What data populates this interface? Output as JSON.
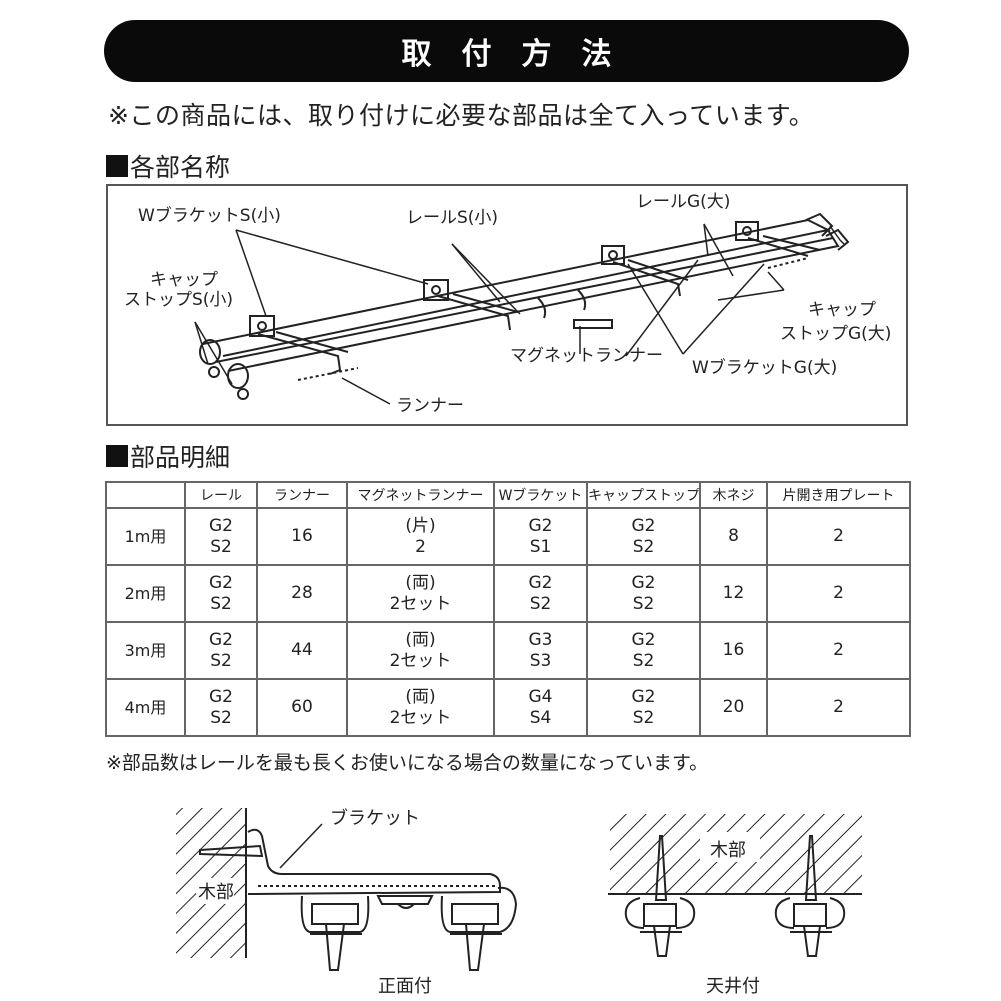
{
  "header": {
    "title": "取付方法",
    "notice": "※この商品には、取り付けに必要な部品は全て入っています。"
  },
  "names_section": {
    "heading": "各部名称",
    "labels": {
      "w_bracket_s": "WブラケットS(小)",
      "rail_s": "レールS(小)",
      "rail_g": "レールG(大)",
      "cap_stop_s_line1": "キャップ",
      "cap_stop_s_line2": "ストップS(小)",
      "cap_stop_g_line1": "キャップ",
      "cap_stop_g_line2": "ストップG(大)",
      "magnet_runner": "マグネットランナー",
      "w_bracket_g": "WブラケットG(大)",
      "runner": "ランナー"
    }
  },
  "parts_section": {
    "heading": "部品明細",
    "columns": [
      "",
      "レール",
      "ランナー",
      "マグネットランナー",
      "Wブラケット",
      "キャップストップ",
      "木ネジ",
      "片開き用プレート"
    ],
    "rows": [
      {
        "size": "1m用",
        "rail": [
          "G2",
          "S2"
        ],
        "runner": "16",
        "magnet_runner": [
          "(片)",
          "2"
        ],
        "w_bracket": [
          "G2",
          "S1"
        ],
        "cap_stop": [
          "G2",
          "S2"
        ],
        "wood_screw": "8",
        "plate": "2"
      },
      {
        "size": "2m用",
        "rail": [
          "G2",
          "S2"
        ],
        "runner": "28",
        "magnet_runner": [
          "(両)",
          "2セット"
        ],
        "w_bracket": [
          "G2",
          "S2"
        ],
        "cap_stop": [
          "G2",
          "S2"
        ],
        "wood_screw": "12",
        "plate": "2"
      },
      {
        "size": "3m用",
        "rail": [
          "G2",
          "S2"
        ],
        "runner": "44",
        "magnet_runner": [
          "(両)",
          "2セット"
        ],
        "w_bracket": [
          "G3",
          "S3"
        ],
        "cap_stop": [
          "G2",
          "S2"
        ],
        "wood_screw": "16",
        "plate": "2"
      },
      {
        "size": "4m用",
        "rail": [
          "G2",
          "S2"
        ],
        "runner": "60",
        "magnet_runner": [
          "(両)",
          "2セット"
        ],
        "w_bracket": [
          "G4",
          "S4"
        ],
        "cap_stop": [
          "G2",
          "S2"
        ],
        "wood_screw": "20",
        "plate": "2"
      }
    ],
    "footnote": "※部品数はレールを最も長くお使いになる場合の数量になっています。"
  },
  "installation": {
    "front": {
      "bracket_label": "ブラケット",
      "wood_label": "木部",
      "caption": "正面付"
    },
    "ceiling": {
      "wood_label": "木部",
      "caption": "天井付"
    }
  }
}
